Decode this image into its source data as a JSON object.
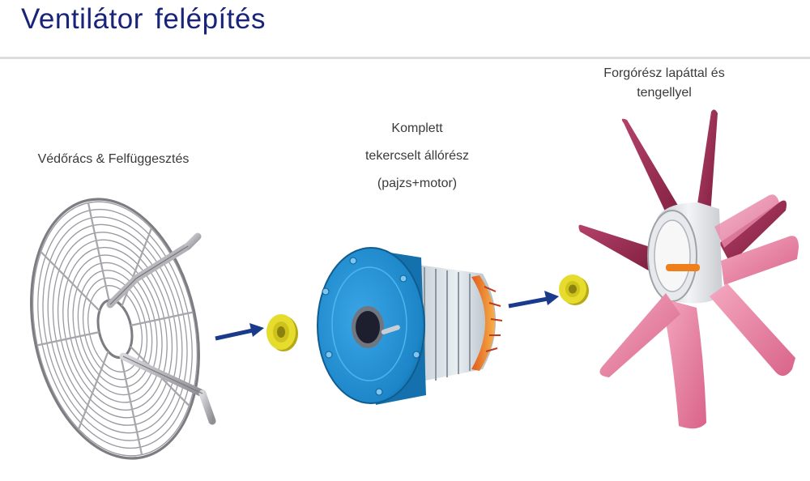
{
  "slide": {
    "title": "Ventilátor  felépítés"
  },
  "components": {
    "guard": {
      "label": "Védőrács & Felfüggesztés"
    },
    "stator": {
      "label_lines": [
        "Komplett",
        "tekercselt állórész",
        "(pajzs+motor)"
      ]
    },
    "rotor": {
      "label_lines": [
        "Forgórész lapáttal és",
        "tengellyel"
      ]
    }
  },
  "colors": {
    "title": "#17247a",
    "arrow": "#1a3a8c",
    "stator_housing": "#1f8fd0",
    "bearing": "#e3d82a",
    "rotor_blade": "#e07a9a",
    "rotor_blade_dark": "#8c2446",
    "shaft": "#ef7f1a",
    "guard_wire": "#8a8a8a"
  }
}
